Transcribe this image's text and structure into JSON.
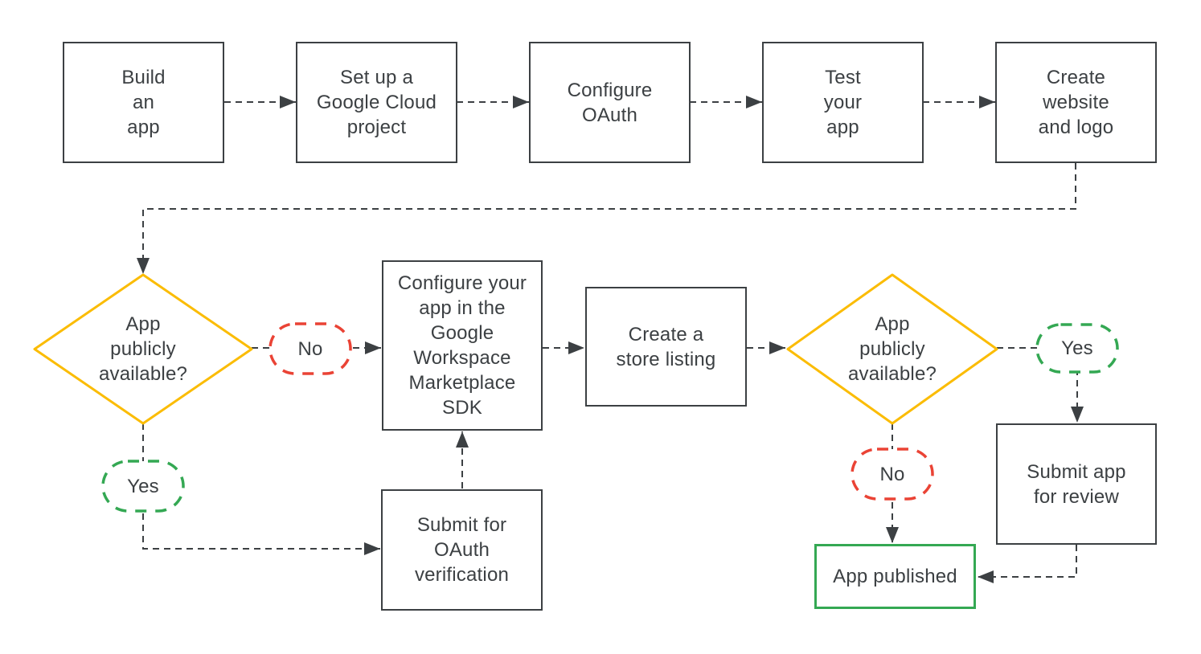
{
  "flowchart": {
    "colors": {
      "line": "#3c4043",
      "text": "#3c4043",
      "decision_border": "#fbbc04",
      "no_border": "#ea4335",
      "yes_border": "#34a853",
      "published_border": "#34a853",
      "background": "#ffffff"
    },
    "nodes": {
      "build_app": {
        "label": [
          "Build",
          "an",
          "app"
        ]
      },
      "setup_project": {
        "label": [
          "Set up a",
          "Google Cloud",
          "project"
        ]
      },
      "configure_oauth": {
        "label": [
          "Configure",
          "OAuth"
        ]
      },
      "test_app": {
        "label": [
          "Test",
          "your",
          "app"
        ]
      },
      "create_website": {
        "label": [
          "Create",
          "website",
          "and logo"
        ]
      },
      "decision_public_1": {
        "label": [
          "App",
          "publicly",
          "available?"
        ]
      },
      "no_1": {
        "label": "No"
      },
      "yes_1": {
        "label": "Yes"
      },
      "configure_sdk": {
        "label": [
          "Configure your",
          "app in the",
          "Google",
          "Workspace",
          "Marketplace",
          "SDK"
        ]
      },
      "store_listing": {
        "label": [
          "Create a",
          "store listing"
        ]
      },
      "decision_public_2": {
        "label": [
          "App",
          "publicly",
          "available?"
        ]
      },
      "yes_2": {
        "label": "Yes"
      },
      "no_2": {
        "label": "No"
      },
      "submit_review": {
        "label": [
          "Submit app",
          "for review"
        ]
      },
      "app_published": {
        "label": "App published"
      },
      "oauth_verification": {
        "label": [
          "Submit for",
          "OAuth",
          "verification"
        ]
      }
    }
  }
}
